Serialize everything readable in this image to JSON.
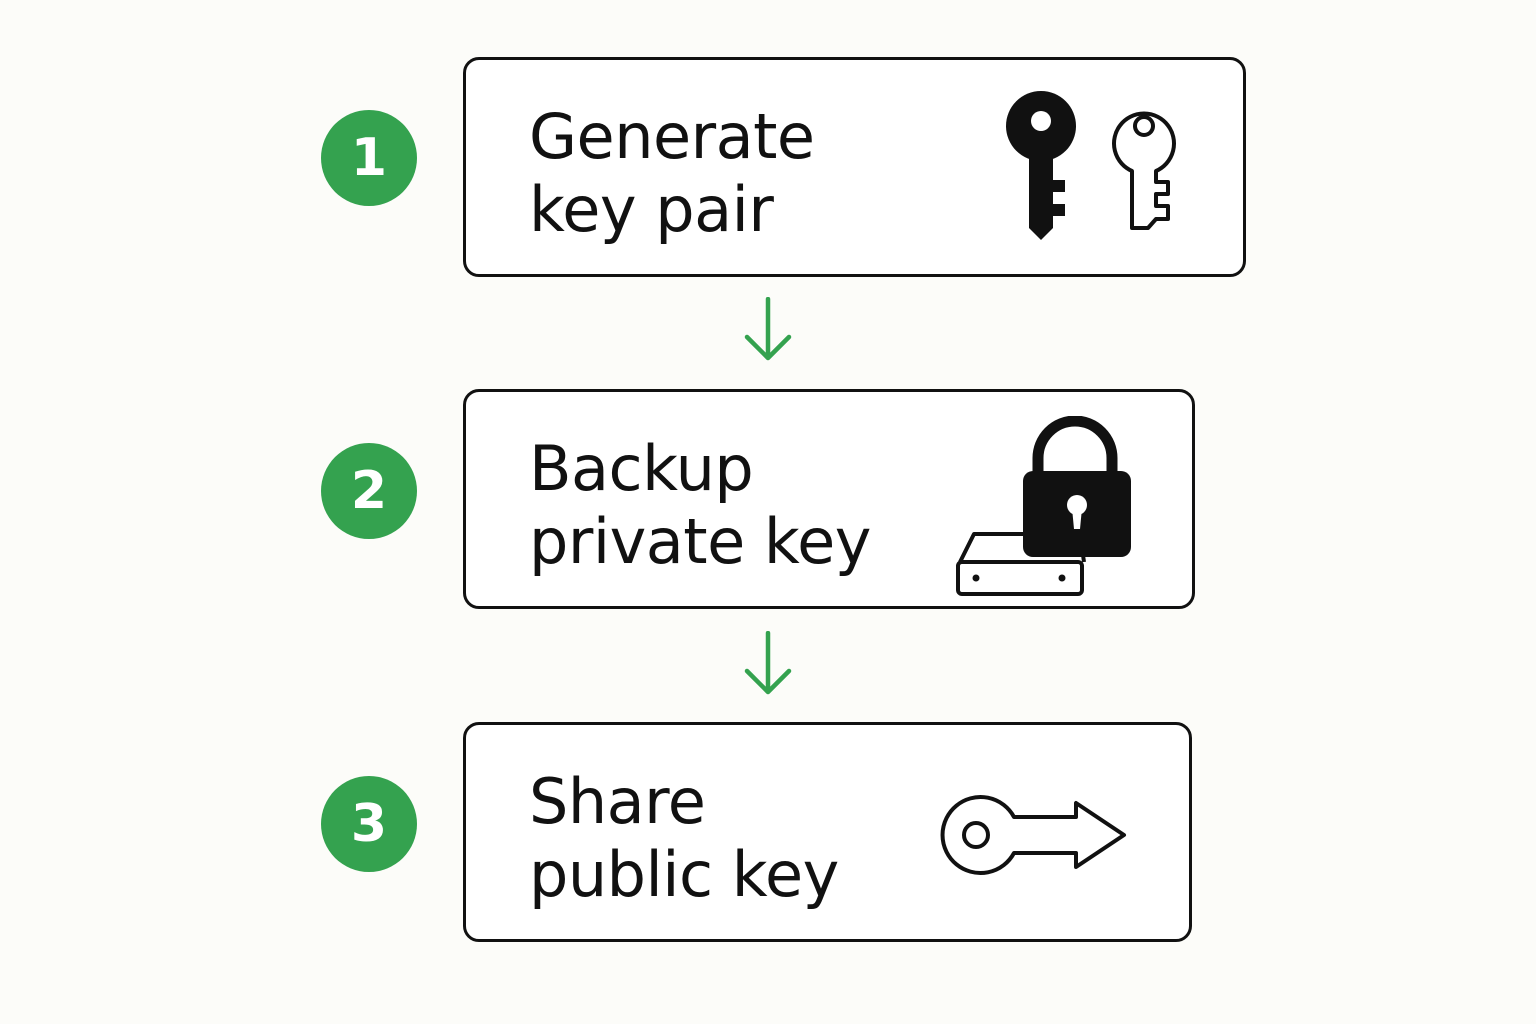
{
  "steps": [
    {
      "number": "1",
      "label_line1": "Generate",
      "label_line2": "key pair",
      "icon": "key-pair-icon"
    },
    {
      "number": "2",
      "label_line1": "Backup",
      "label_line2": "private key",
      "icon": "padlock-drive-icon"
    },
    {
      "number": "3",
      "label_line1": "Share",
      "label_line2": "public key",
      "icon": "key-arrow-icon"
    }
  ],
  "colors": {
    "accent": "#34a24f",
    "outline": "#111111",
    "background": "#fcfcf9"
  }
}
